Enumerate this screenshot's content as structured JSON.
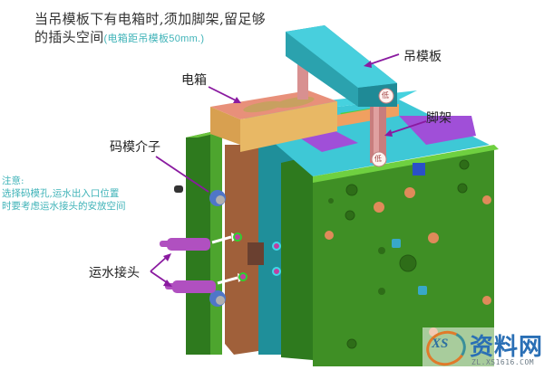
{
  "title": {
    "line1": "当吊模板下有电箱时,须加脚架,留足够",
    "line2": "的插头空间",
    "subnote": "(电箱距吊模板50mm.)"
  },
  "note": {
    "heading": "注意:",
    "line1": "选择码模孔,运水出入口位置",
    "line2": "时要考虑运水接头的安放空间"
  },
  "callouts": {
    "hanging_plate": "吊模板",
    "electric_box": "电箱",
    "support_leg": "脚架",
    "clamp_insert": "码模介子",
    "water_connector": "运水接头"
  },
  "stamp_text": "低",
  "watermark": {
    "logo": "XS",
    "name": "资料网",
    "url": "ZL.XS1616.COM"
  },
  "colors": {
    "accent_teal_text": "#3fb3b8",
    "arrow_purple": "#8a1aa0",
    "plate_green": "#3f8f25",
    "plate_cyan": "#3ec8d6",
    "plate_purple": "#7a2fa8",
    "plate_brown": "#a0603a",
    "box_tan": "#e8b865",
    "connector_magenta": "#b050c0"
  }
}
